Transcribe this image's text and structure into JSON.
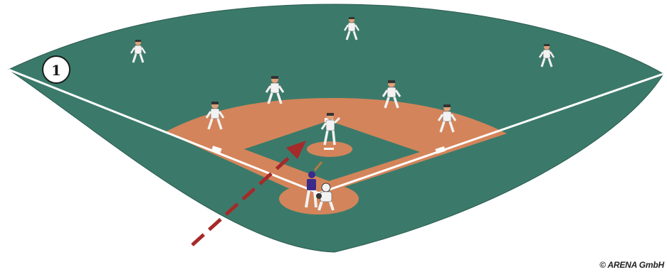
{
  "diagram": {
    "marker_label": "1",
    "copyright": "© ARENA GmbH"
  },
  "colors": {
    "outfield_grass": "#3b7a6a",
    "infield_dirt": "#d4845a",
    "foul_lines": "#ffffff",
    "pitch_path": "#a52a2a",
    "uniform": "#f2f2f2",
    "batter_uniform": "#3a2a8c",
    "cap": "#333333",
    "skin": "#e0a07a"
  },
  "players": [
    {
      "role": "left-fielder"
    },
    {
      "role": "center-fielder"
    },
    {
      "role": "right-fielder"
    },
    {
      "role": "third-baseman"
    },
    {
      "role": "shortstop"
    },
    {
      "role": "second-baseman"
    },
    {
      "role": "first-baseman"
    },
    {
      "role": "pitcher"
    },
    {
      "role": "catcher"
    },
    {
      "role": "batter"
    }
  ]
}
